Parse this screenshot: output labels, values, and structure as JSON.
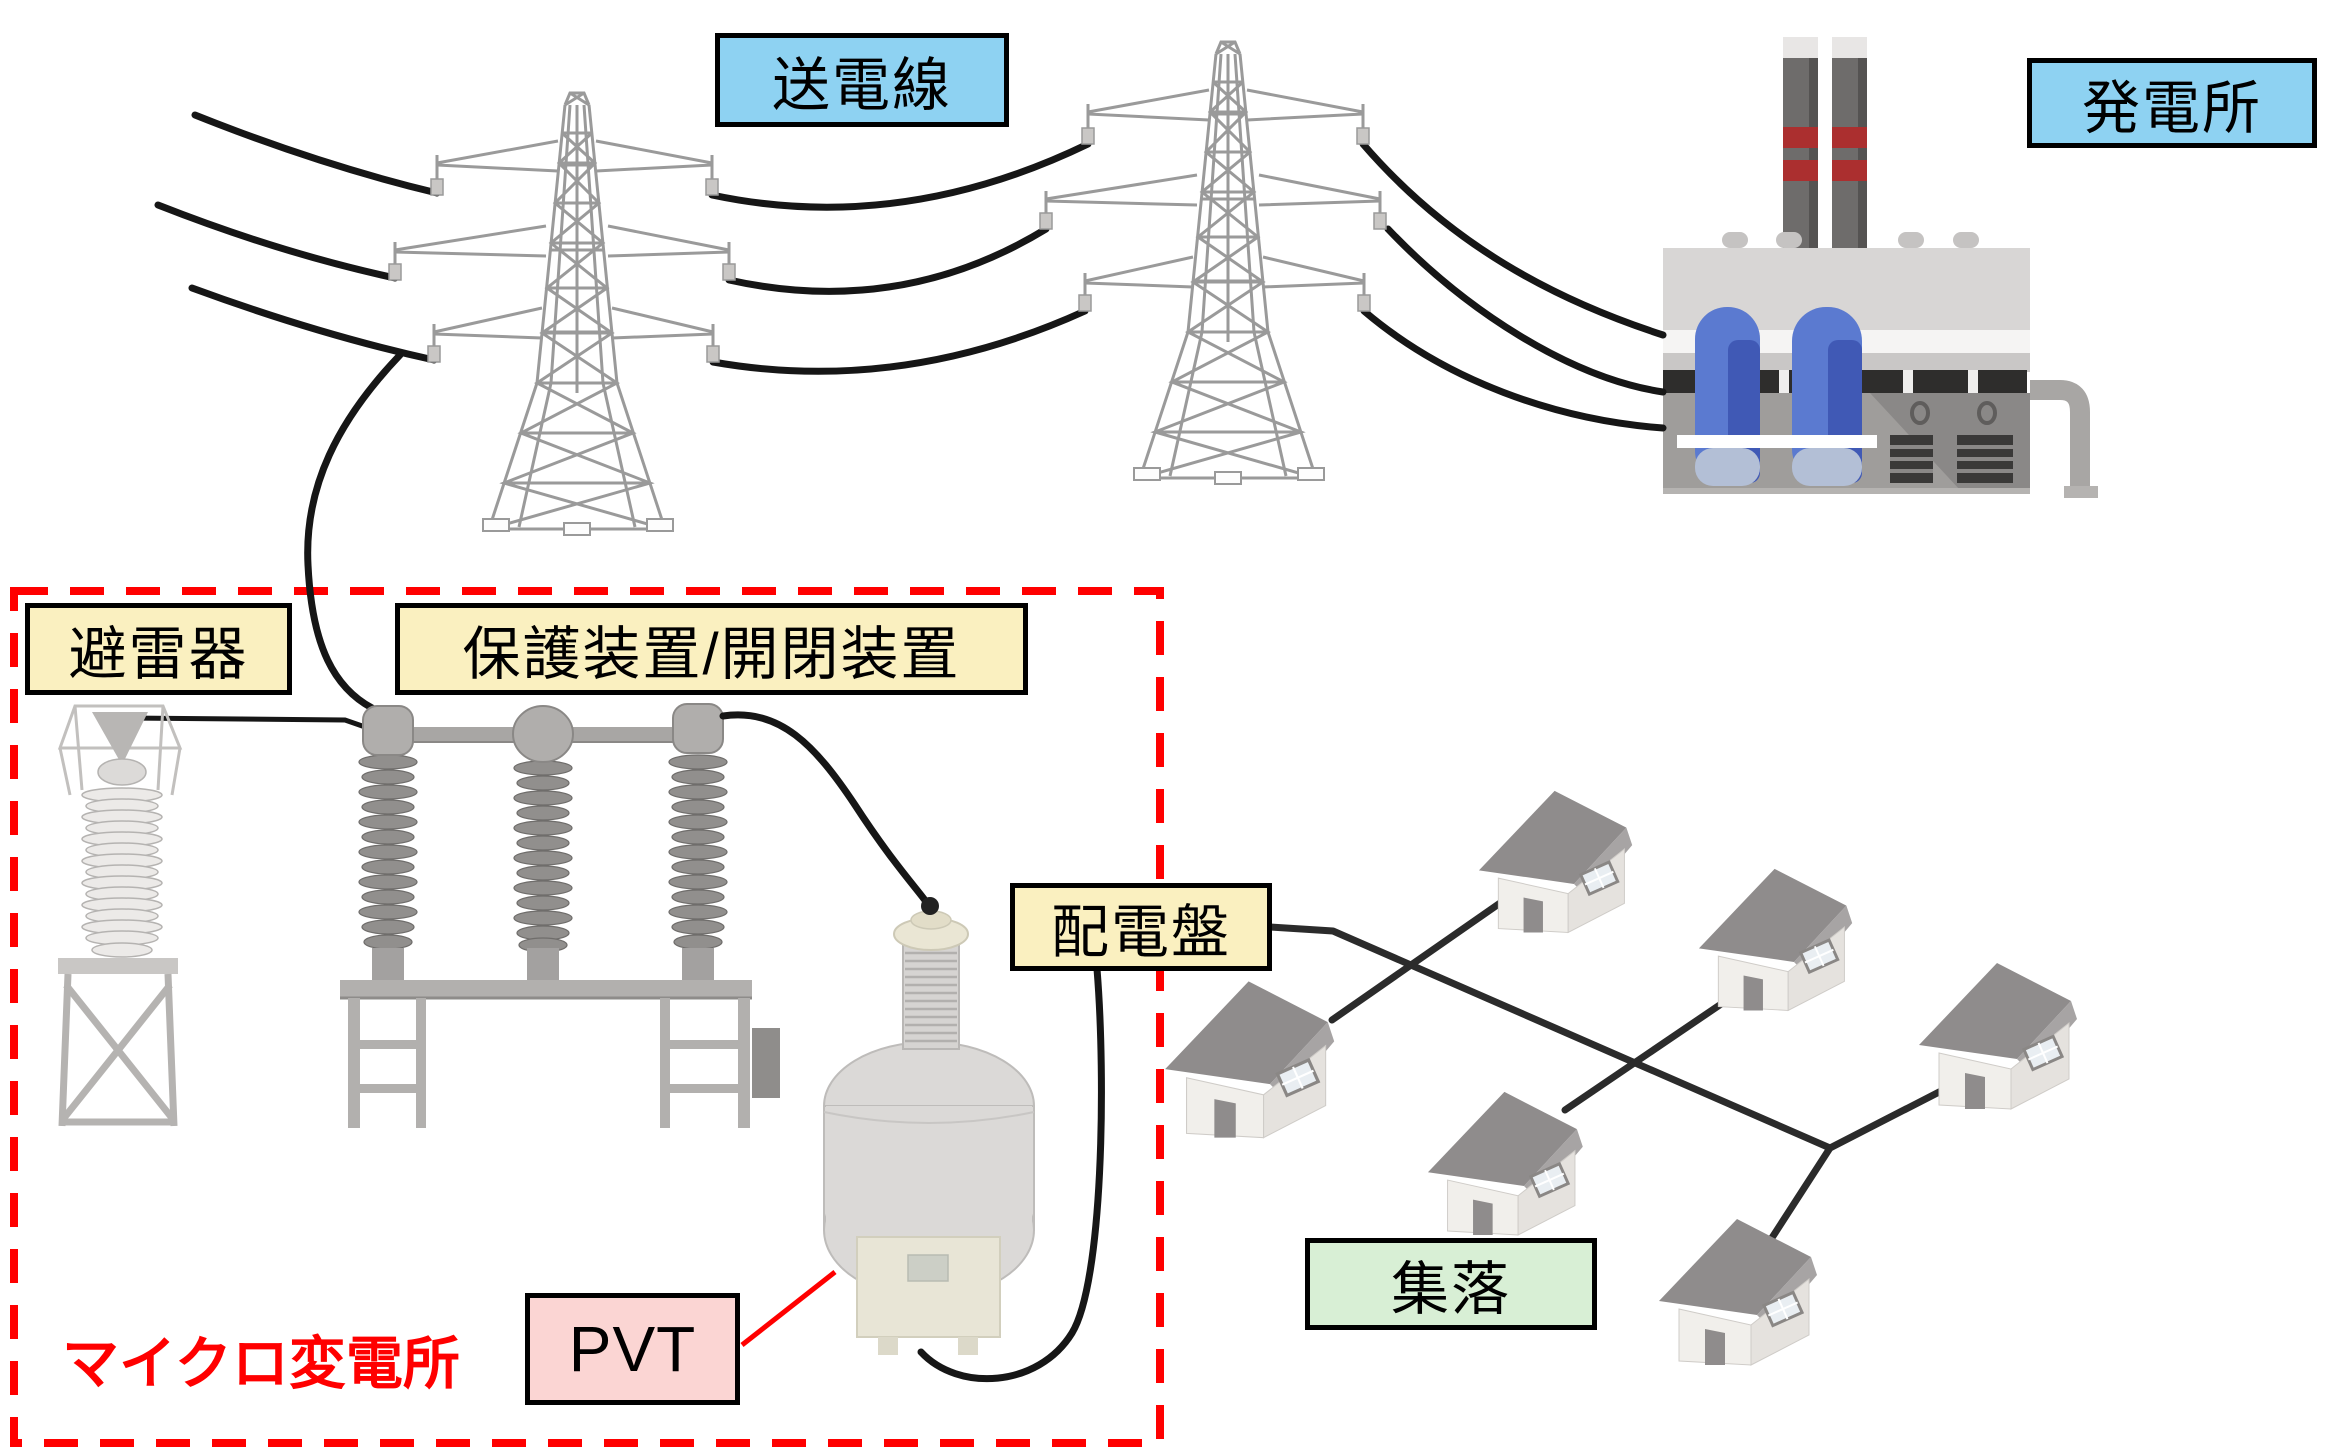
{
  "title": "電力系統図 (power grid diagram)",
  "labels": {
    "transmission_line": "送電線",
    "power_plant": "発電所",
    "arrester": "避雷器",
    "protection_switchgear": "保護装置/開閉装置",
    "distribution_board": "配電盤",
    "village": "集落",
    "pvt": "PVT",
    "micro_substation": "マイクロ変電所"
  },
  "colors": {
    "label_blue": "#8ed2f2",
    "label_yellow": "#faf0c0",
    "label_green": "#d8efd5",
    "label_pink": "#fbd5d3",
    "label_border": "#000000",
    "highlight_red": "#ff0000",
    "wire_black": "#161616",
    "structure_gray": "#9a9a9a"
  },
  "icons": [
    "transmission-tower-icon",
    "power-plant-icon",
    "lightning-arrester-icon",
    "switchgear-icon",
    "transformer-icon",
    "house-icon"
  ],
  "counts": {
    "transmission_towers": 2,
    "houses": 6,
    "power_lines": 3
  }
}
